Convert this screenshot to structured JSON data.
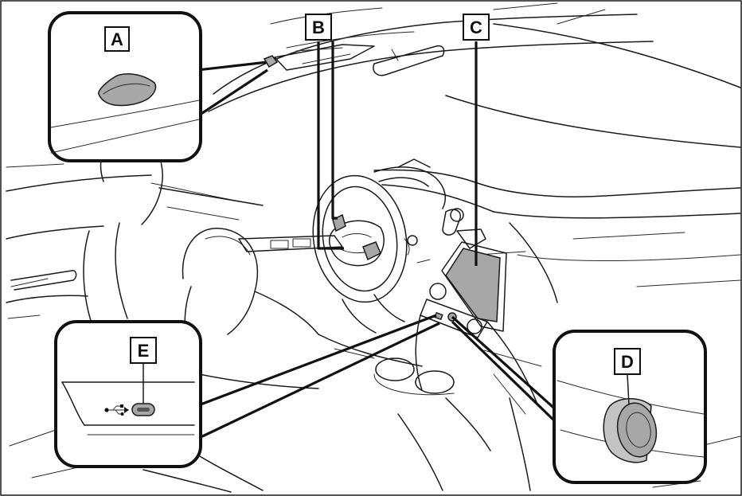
{
  "labels": {
    "a": "A",
    "b": "B",
    "c": "C",
    "d": "D",
    "e": "E"
  },
  "colors": {
    "line": "#1a1a1a",
    "highlight_fill": "#a7a7a7",
    "background": "#ffffff"
  },
  "icons": {
    "usb": "usb-symbol-icon"
  }
}
